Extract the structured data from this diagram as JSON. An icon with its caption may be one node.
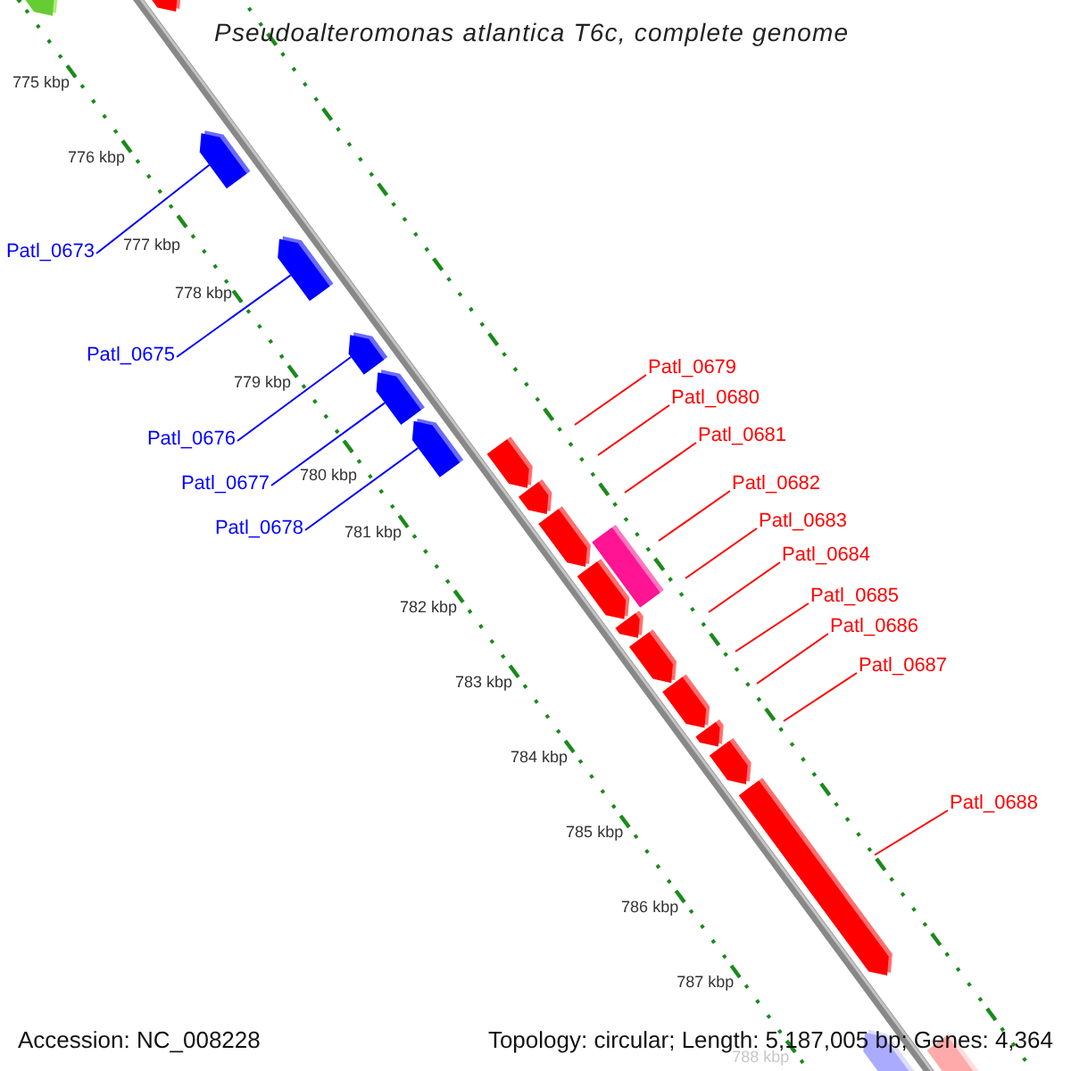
{
  "diagram": {
    "title": "Pseudoalteromonas atlantica T6c, complete genome",
    "nodes": [
      {
        "text": [
          "Patl_0673"
        ]
      },
      {
        "text": [
          "Patl_0675"
        ]
      },
      {
        "text": [
          "Patl_0676"
        ]
      },
      {
        "text": [
          "Patl_0677"
        ]
      },
      {
        "text": [
          "Patl_0678"
        ]
      },
      {
        "text": [
          "Patl_0679"
        ]
      },
      {
        "text": [
          "Patl_0680"
        ]
      },
      {
        "text": [
          "Patl_0681"
        ]
      },
      {
        "text": [
          "Patl_0682"
        ]
      },
      {
        "text": [
          "Patl_0683"
        ]
      },
      {
        "text": [
          "Patl_0684"
        ]
      },
      {
        "text": [
          "Patl_0685"
        ]
      },
      {
        "text": [
          "Patl_0686"
        ]
      },
      {
        "text": [
          "Patl_0687"
        ]
      },
      {
        "text": [
          "Patl_0688"
        ]
      },
      {
        "text": [],
        "shape": "box"
      },
      {
        "text": [],
        "shape": "box"
      },
      {
        "text": [],
        "shape": "box"
      },
      {
        "text": [],
        "shape": "box"
      },
      {
        "text": [],
        "shape": "box"
      }
    ],
    "edges": [
      {
        "from": 0,
        "to": 15,
        "arrow": "none",
        "color": "#0000ff"
      },
      {
        "from": 1,
        "to": 16,
        "arrow": "none",
        "color": "#0000ff"
      },
      {
        "from": 2,
        "to": 17,
        "arrow": "none",
        "color": "#0000ff"
      },
      {
        "from": 3,
        "to": 18,
        "arrow": "none",
        "color": "#0000ff"
      },
      {
        "from": 4,
        "to": 19,
        "arrow": "none",
        "color": "#0000ff"
      },
      {
        "from": 5,
        "to": null,
        "arrow": "none"
      },
      {
        "from": 6,
        "to": null,
        "arrow": "none"
      },
      {
        "from": 7,
        "to": null,
        "arrow": "none"
      },
      {
        "from": 8,
        "to": null,
        "arrow": "none"
      },
      {
        "from": 9,
        "to": null,
        "arrow": "none"
      },
      {
        "from": 10,
        "to": null,
        "arrow": "none"
      },
      {
        "from": 11,
        "to": null,
        "arrow": "none"
      },
      {
        "from": 12,
        "to": null,
        "arrow": "none"
      },
      {
        "from": 13,
        "to": null,
        "arrow": "none"
      },
      {
        "from": 14,
        "to": null,
        "arrow": "none"
      }
    ],
    "labels": [
      "775 kbp",
      "776 kbp",
      "777 kbp",
      "778 kbp",
      "779 kbp",
      "780 kbp",
      "781 kbp",
      "782 kbp",
      "783 kbp",
      "784 kbp",
      "785 kbp",
      "786 kbp",
      "787 kbp",
      "788 kbp",
      "Accession: NC_008228",
      "Topology: circular; Length: 5,187,005 bp; Genes: 4,364"
    ]
  }
}
